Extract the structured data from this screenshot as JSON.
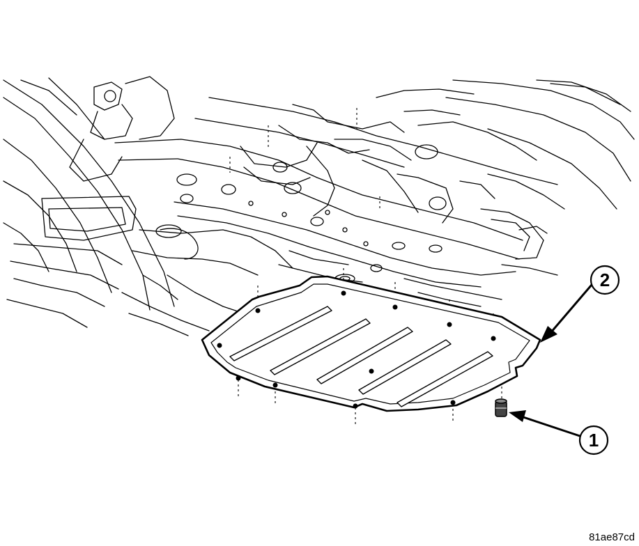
{
  "callouts": [
    {
      "number": "1"
    },
    {
      "number": "2"
    }
  ],
  "figure_code": "81ae87cd",
  "colors": {
    "line": "#000000",
    "background": "#ffffff",
    "shade": "#e6e6e6"
  }
}
